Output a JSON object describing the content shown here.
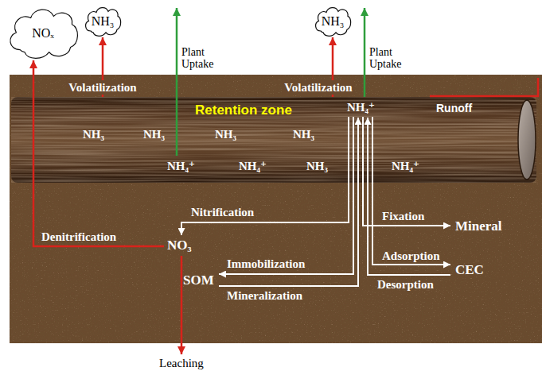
{
  "diagram": {
    "nodes": [
      {
        "text": [
          "NOₓ"
        ]
      },
      {
        "text": [
          "NH₃"
        ]
      },
      {
        "text": [
          "NH₃"
        ]
      },
      {
        "text": [
          "Retention zone",
          "NH₄⁺",
          "NH₃",
          "NH₃",
          "NH₃",
          "NH₃",
          "NH₄⁺",
          "NH₄⁺",
          "NH₃",
          "NH₄⁺"
        ]
      }
    ],
    "edges": [
      {
        "from": 3,
        "to": 1,
        "arrow": "to",
        "label": "Volatilization"
      },
      {
        "from": 3,
        "to": 2,
        "arrow": "to",
        "label": "Volatilization"
      }
    ],
    "labels": [
      "Plant Uptake",
      "Plant Uptake",
      "Runoff",
      "Nitrification",
      "Fixation",
      "Mineral",
      "Denitrification",
      "NO₃",
      "Adsorption",
      "CEC",
      "SOM",
      "Immobilization",
      "Desorption",
      "Mineralization",
      "Leaching"
    ]
  }
}
